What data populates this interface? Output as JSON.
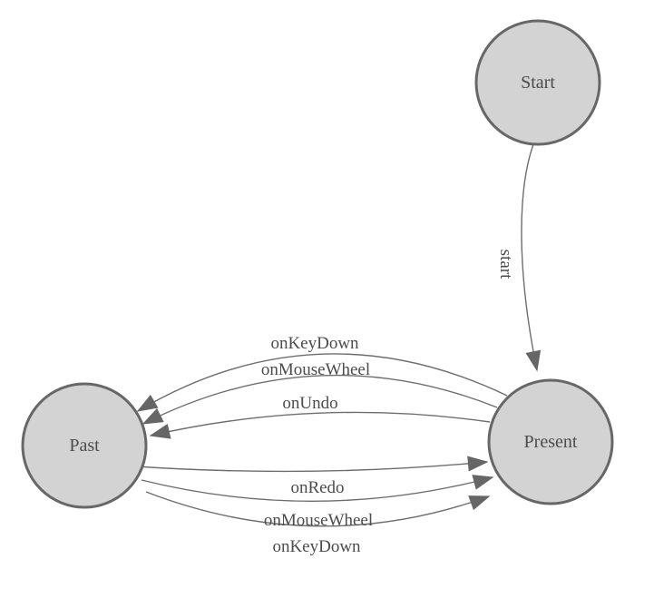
{
  "diagram": {
    "type": "state-machine",
    "colors": {
      "background": "#ffffff",
      "node_fill": "#d3d3d3",
      "node_stroke": "#676767",
      "edge_stroke": "#6e6e6e",
      "arrow_fill": "#666666",
      "label_text": "#4c4c4c"
    },
    "nodes": [
      {
        "id": "start",
        "label": "Start"
      },
      {
        "id": "present",
        "label": "Present"
      },
      {
        "id": "past",
        "label": "Past"
      }
    ],
    "edges": [
      {
        "from": "start",
        "to": "present",
        "label": "start"
      },
      {
        "from": "present",
        "to": "past",
        "label": "onKeyDown"
      },
      {
        "from": "present",
        "to": "past",
        "label": "onMouseWheel"
      },
      {
        "from": "present",
        "to": "past",
        "label": "onUndo"
      },
      {
        "from": "past",
        "to": "present",
        "label": "onRedo"
      },
      {
        "from": "past",
        "to": "present",
        "label": "onMouseWheel"
      },
      {
        "from": "past",
        "to": "present",
        "label": "onKeyDown"
      }
    ]
  }
}
